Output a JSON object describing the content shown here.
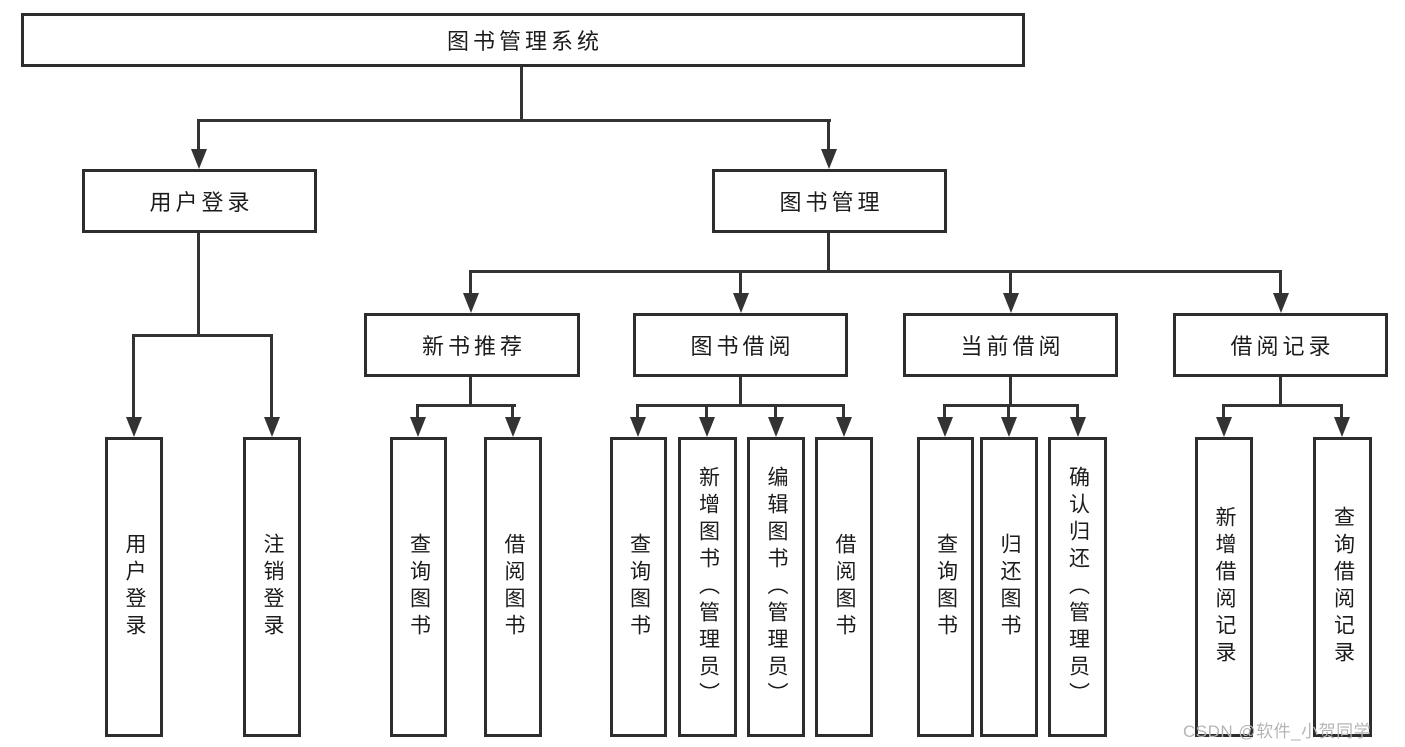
{
  "diagram": {
    "root": {
      "label": "图书管理系统"
    },
    "level2": [
      {
        "label": "用户登录"
      },
      {
        "label": "图书管理"
      }
    ],
    "level3": [
      {
        "label": "新书推荐"
      },
      {
        "label": "图书借阅"
      },
      {
        "label": "当前借阅"
      },
      {
        "label": "借阅记录"
      }
    ],
    "level4": [
      {
        "label": "用户登录"
      },
      {
        "label": "注销登录"
      },
      {
        "label": "查询图书"
      },
      {
        "label": "借阅图书"
      },
      {
        "label": "查询图书"
      },
      {
        "label": "新增图书（管理员）"
      },
      {
        "label": "编辑图书（管理员）"
      },
      {
        "label": "借阅图书"
      },
      {
        "label": "查询图书"
      },
      {
        "label": "归还图书"
      },
      {
        "label": "确认归还（管理员）"
      },
      {
        "label": "新增借阅记录"
      },
      {
        "label": "查询借阅记录"
      }
    ]
  },
  "watermark": {
    "text": "CSDN @软件_小贺同学"
  },
  "colors": {
    "background": "#ffffff",
    "border": "#2d2d2d",
    "line": "#333333",
    "text": "#1c1c1c",
    "watermark": "#b5b5b5"
  }
}
